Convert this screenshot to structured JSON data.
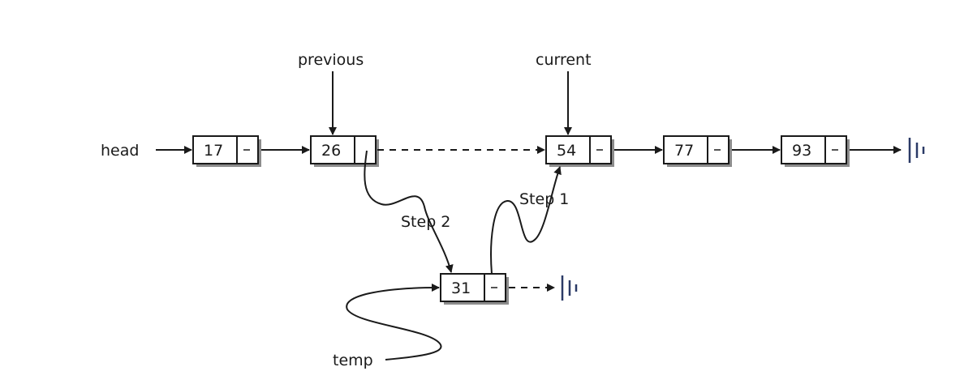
{
  "labels": {
    "head": "head",
    "previous": "previous",
    "current": "current",
    "temp": "temp",
    "step1": "Step 1",
    "step2": "Step 2"
  },
  "nodes": {
    "n17": "17",
    "n26": "26",
    "n54": "54",
    "n77": "77",
    "n93": "93",
    "n31": "31"
  }
}
